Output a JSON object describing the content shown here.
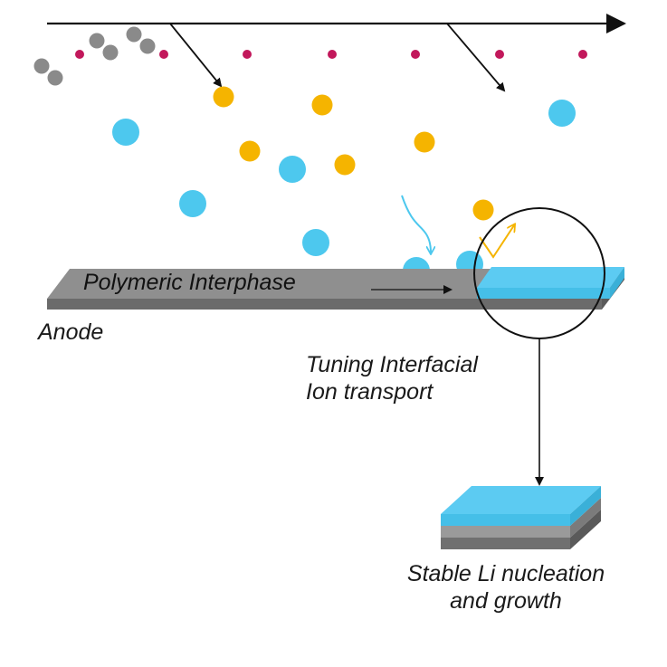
{
  "labels": {
    "interphase": "Polymeric Interphase",
    "anode": "Anode",
    "tuning_line1": "Tuning Interfacial",
    "tuning_line2": "Ion transport",
    "stable_line1": "Stable Li nucleation",
    "stable_line2": "and growth"
  },
  "colors": {
    "li_ion": "#4dc8ee",
    "anion": "#f5b400",
    "solvent": "#8a8a8a",
    "additive": "#c2185b",
    "anode_top": "#8f8f8f",
    "anode_side": "#6b6b6b",
    "li_deposit": "#5ccbf2",
    "arrow": "#111111"
  },
  "icons": {
    "flow_arrow": "long-right-arrow-icon",
    "diffusion_arrow": "curved-blue-arrow-icon",
    "reflection_arrow": "yellow-v-arrow-icon",
    "magnifier": "zoom-circle-icon"
  }
}
